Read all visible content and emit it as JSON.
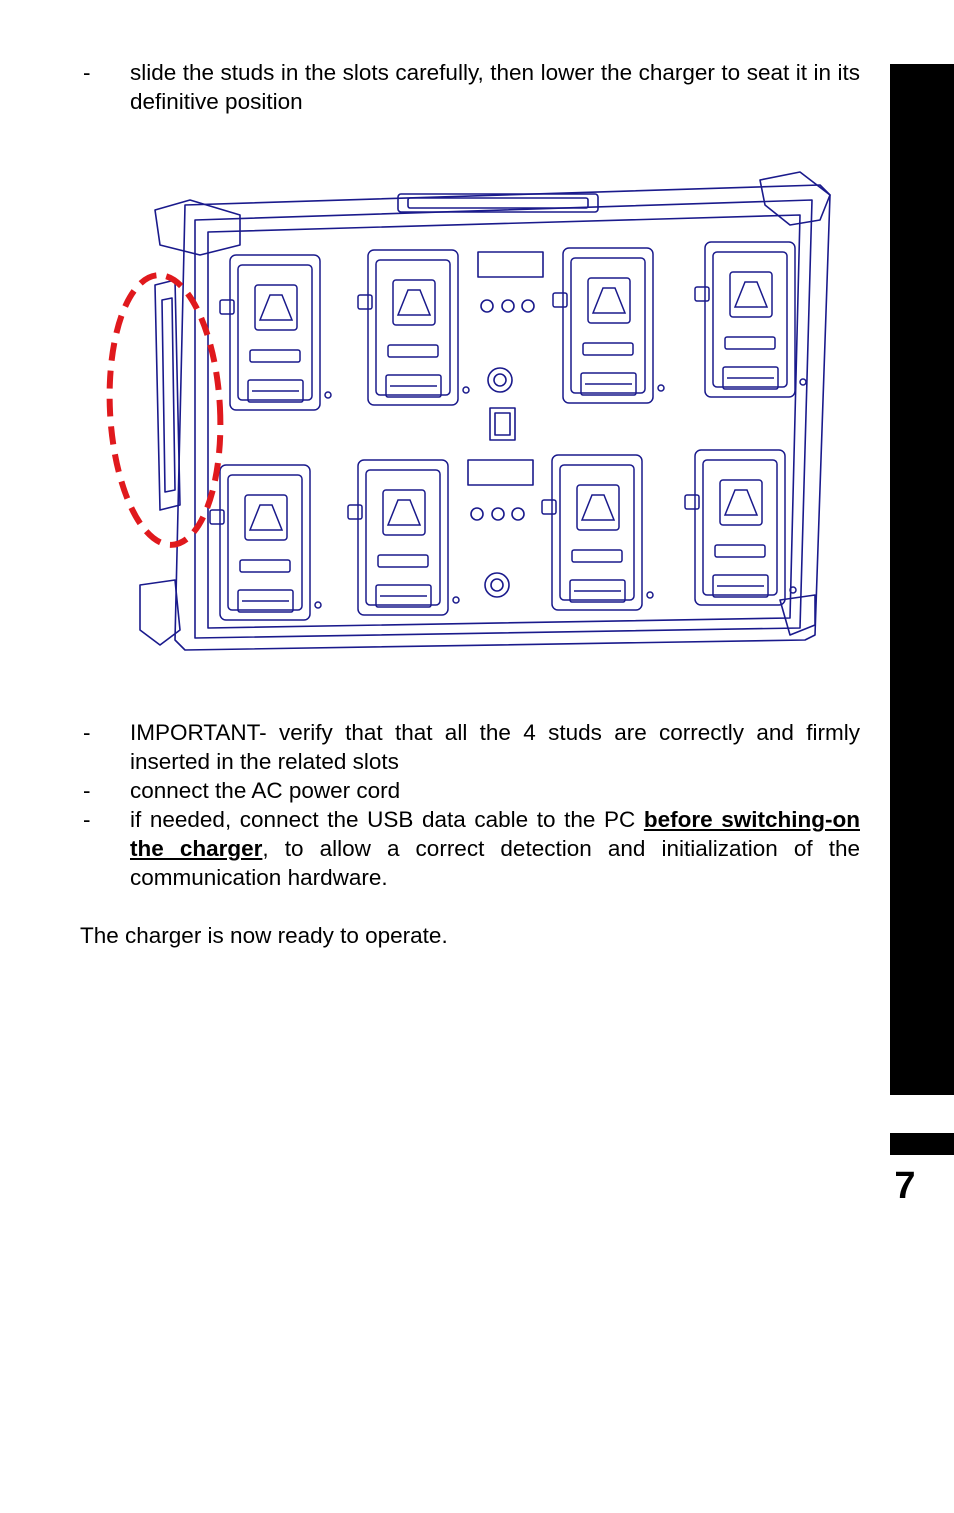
{
  "instructions": [
    {
      "dash": "-",
      "text": "slide the studs in the slots carefully, then lower the charger to seat it in its definitive position"
    },
    {
      "dash": "-",
      "text": "IMPORTANT- verify that that all the 4 studs are correctly and firmly inserted in the related slots"
    },
    {
      "dash": "-",
      "text": "connect the AC power cord"
    },
    {
      "dash": "-",
      "text_before": "if needed, connect the USB data cable to the PC ",
      "emphasis": "before switching-on the charger",
      "text_after": ", to allow a correct detection and initialization of the communication hardware."
    }
  ],
  "closing": "The charger is now ready to operate.",
  "page_number": "7",
  "colors": {
    "drawing": "#1a1a8c",
    "highlight": "#e0191d",
    "tab": "#000000"
  }
}
